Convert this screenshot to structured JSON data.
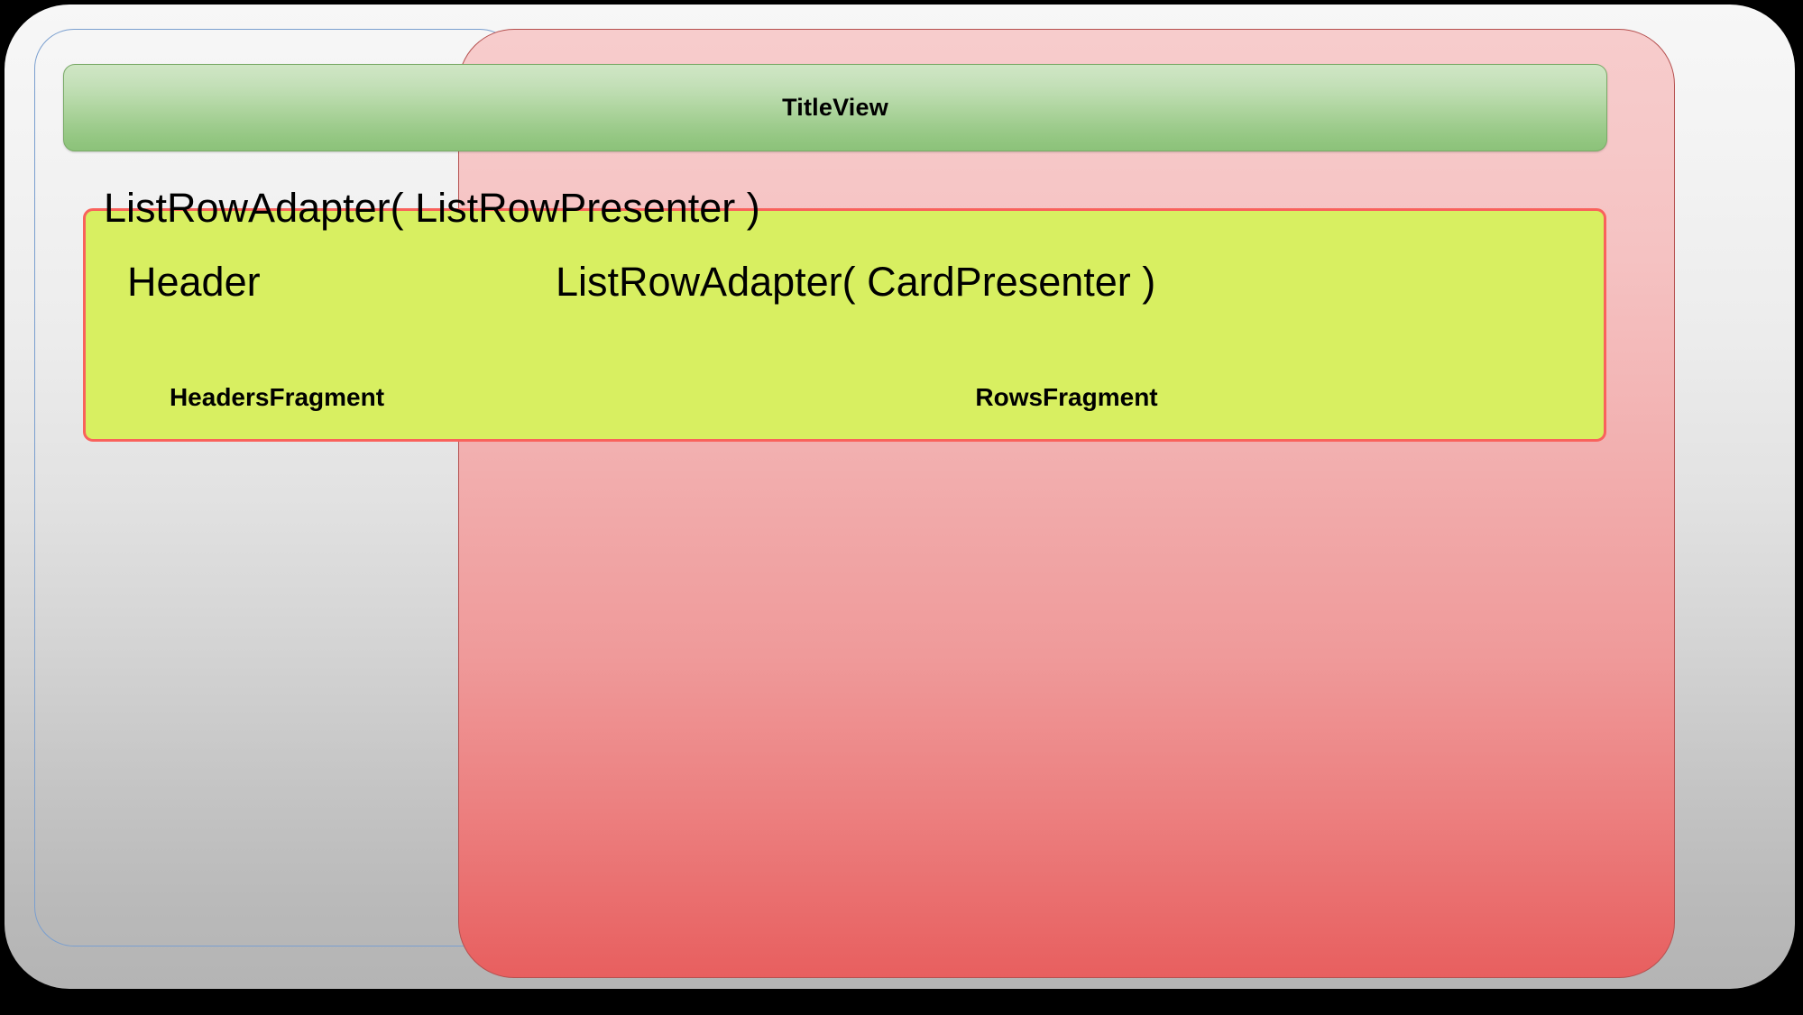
{
  "diagram": {
    "title_view": {
      "label": "TitleView",
      "fill_color": "#9ccb8b",
      "border_color": "#7aab68"
    },
    "headers_fragment": {
      "caption": "HeadersFragment",
      "fill_color": "#b4ccec",
      "border_color": "#7a9fcf"
    },
    "rows_fragment": {
      "caption": "RowsFragment",
      "fill_color": "#f1a8a8",
      "border_color": "#b5504f"
    },
    "row_box": {
      "list_row_adapter_listrow": "ListRowAdapter( ListRowPresenter )",
      "header": "Header",
      "list_row_adapter_card": "ListRowAdapter( CardPresenter )",
      "fill_color": "#d8ef61",
      "border_color": "#f9625c"
    },
    "outer_frame": {
      "fill_color": "#d3d3d3"
    }
  }
}
